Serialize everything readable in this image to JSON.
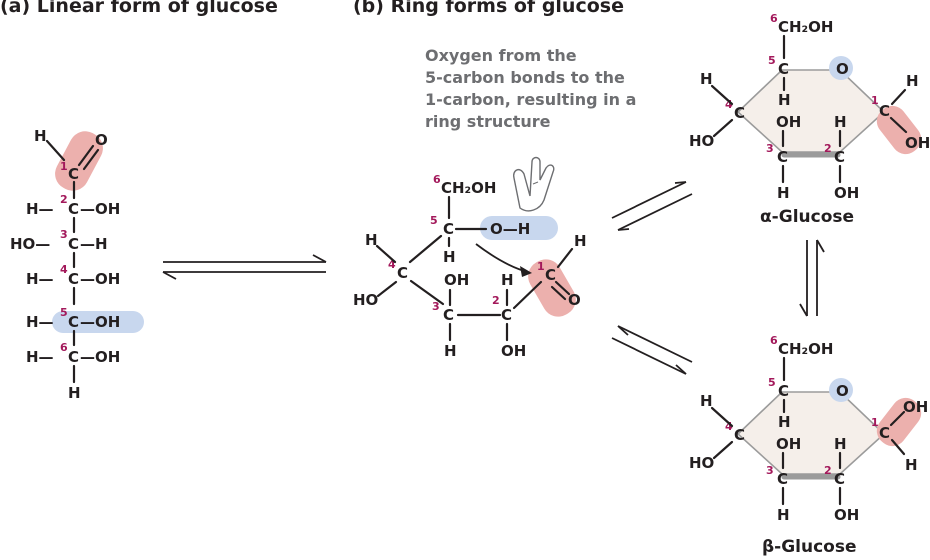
{
  "headings": {
    "linear": "(a) Linear form of glucose",
    "ring": "(b) Ring forms of glucose"
  },
  "annotation": {
    "line1": "Oxygen from the",
    "line2": "5-carbon bonds to the",
    "line3": "1-carbon, resulting in a",
    "line4": "ring structure"
  },
  "labels": {
    "alpha": "α-Glucose",
    "beta": "β-Glucose"
  },
  "atoms": {
    "C": "C",
    "H": "H",
    "O": "O",
    "OH": "OH",
    "HO": "HO",
    "OHbond": "O—H",
    "CH2OH": "CH₂OH",
    "Hbond": "H—",
    "HObond": "HO—",
    "bondOH": "—OH",
    "bondH": "—H"
  },
  "carbons": {
    "c1": "1",
    "c2": "2",
    "c3": "3",
    "c4": "4",
    "c5": "5",
    "c6": "6"
  },
  "colors": {
    "carbon_number": "#a3195b",
    "highlight_pink": "#ecb0ad",
    "highlight_blue": "#c8d7ee",
    "ring_fill": "#f5efea",
    "annotation_text": "#6d6e71"
  }
}
